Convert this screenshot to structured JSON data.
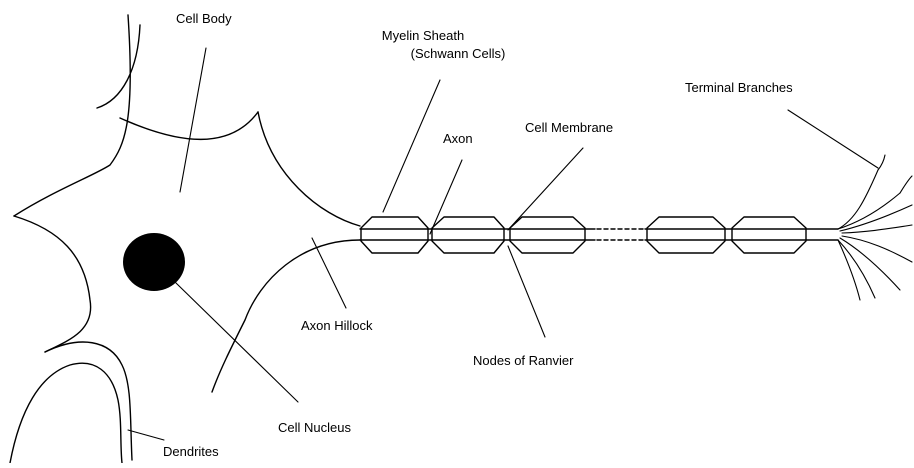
{
  "labels": {
    "cell_body": "Cell Body",
    "myelin_sheath_line1": "Myelin Sheath",
    "myelin_sheath_line2": "(Schwann Cells)",
    "terminal_branches": "Terminal Branches",
    "axon": "Axon",
    "cell_membrane": "Cell Membrane",
    "axon_hillock": "Axon Hillock",
    "nodes_of_ranvier": "Nodes of Ranvier",
    "cell_nucleus": "Cell Nucleus",
    "dendrites": "Dendrites"
  }
}
